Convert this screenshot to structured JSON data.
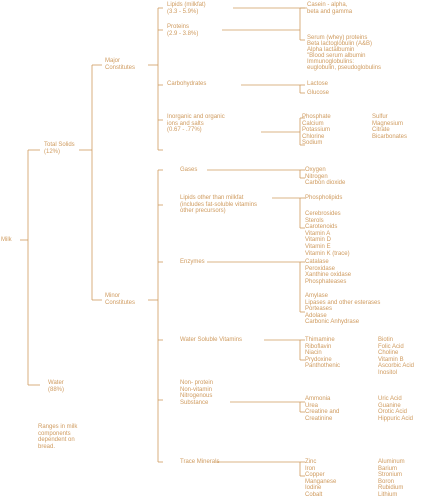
{
  "root": "Milk",
  "total_solids": {
    "label": "Total Solids",
    "pct": "(12%)"
  },
  "water": {
    "label": "Water",
    "pct": "(88%)"
  },
  "note": [
    "Ranges in milk",
    "components",
    "dependent on",
    "bread."
  ],
  "major": {
    "label": [
      "Major",
      "Constitutes"
    ],
    "lipids": [
      "Lipids (milkfat)",
      "(3.3 - 5.9%)"
    ],
    "casein": [
      "Casein - alpha,",
      "beta and gamma"
    ],
    "proteins": [
      "Proteins",
      "(2.9 - 3.8%)"
    ],
    "serum_proteins": [
      "Serum (whey) proteins",
      "Beta lactoglobulin (A&B)",
      "Alpha lactalbumin",
      "\"Blood serum albumin",
      "Immunoglobulins:",
      "euglobulin, pseudoglobulins"
    ],
    "carbohydrates": "Carbohydrates",
    "lactose": "Lactose",
    "glucose": "Glucose",
    "inorganic": [
      "Inorganic and organic",
      "ions and salts",
      "(0.67 - .77%)"
    ],
    "ions_col1": [
      "Phosphate",
      "Calcium",
      "Potassium",
      "Chlorine",
      "Sodium"
    ],
    "ions_col2": [
      "Sulfur",
      "Magnesium",
      "Citrate",
      "Bicarbonates"
    ]
  },
  "minor": {
    "label": [
      "Minor",
      "Constitutes"
    ],
    "gases": "Gases",
    "gases_list": [
      "Oxygen",
      "Nitrogen",
      "Carbon dioxide"
    ],
    "other_lipids": [
      "Lipids other than milkfat",
      "(includes fat-soluble vitamins",
      "other precursors)"
    ],
    "phospholipids": "Phospholipids",
    "lipid_list": [
      "Cerebrosides",
      "Sterols",
      "Carotenoids",
      "Vitamin A",
      "Vitamin D",
      "Vitamin E",
      "Vitamin K (trace)"
    ],
    "enzymes": "Enzymes",
    "enzymes_group1": [
      "Catalase",
      "Peroxidase",
      "Xanthine oxidase",
      "Phosphateases"
    ],
    "enzymes_group2": [
      "Amylase",
      "Lipases and other esterases",
      "Porteases",
      "Adolase",
      "Carbonic Anhydrase"
    ],
    "water_vitamins": "Water Soluble Vitamins",
    "vitamins_col1": [
      "Thimamine",
      "Riboflavin",
      "Niacin",
      "Prydoxine",
      "Panthothenic"
    ],
    "vitamins_col2": [
      "Biotin",
      "Folic Acid",
      "Choline",
      "Vitamin B",
      "Ascorbic Acid",
      "Inositol"
    ],
    "non_protein": [
      "Non- protein",
      "Non-vitamin",
      "Nitrogenous",
      "Substance"
    ],
    "nitro_col1": [
      "Ammonia",
      "Urea",
      "Creatine and",
      "Creatinine"
    ],
    "nitro_col2": [
      "Uric Acid",
      "Guanine",
      "Orotic Acid",
      "Hippuric Acid"
    ],
    "trace_minerals": "Trace Minerals",
    "minerals_col1": [
      "Zinc",
      "Iron",
      "Copper",
      "Manganese",
      "Iodine",
      "Cobalt"
    ],
    "minerals_col2": [
      "Aluminum",
      "Barium",
      "Stronium",
      "Boron",
      "Rubidium",
      "Lithium"
    ]
  },
  "colors": {
    "line": "#cf9b5f",
    "text": "#cf9b5f",
    "background": "#ffffff"
  }
}
